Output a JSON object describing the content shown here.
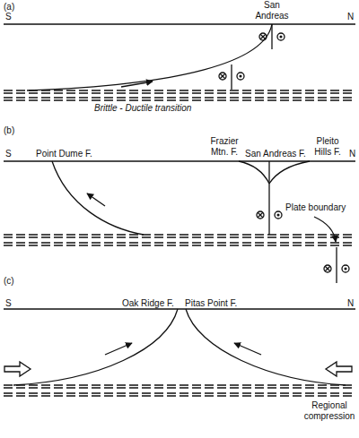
{
  "diagram": {
    "labels": [
      "(a)",
      "S",
      "N",
      "San Andreas",
      "Brittle - Ductile transition",
      "(b)",
      "S",
      "Point Dume F.",
      "Frazier Mtn. F.",
      "San Andreas F.",
      "Pleito Hills F.",
      "N",
      "Plate boundary",
      "(c)",
      "S",
      "Oak Ridge F.",
      "Pitas Point F.",
      "N",
      "Regional compression"
    ]
  }
}
